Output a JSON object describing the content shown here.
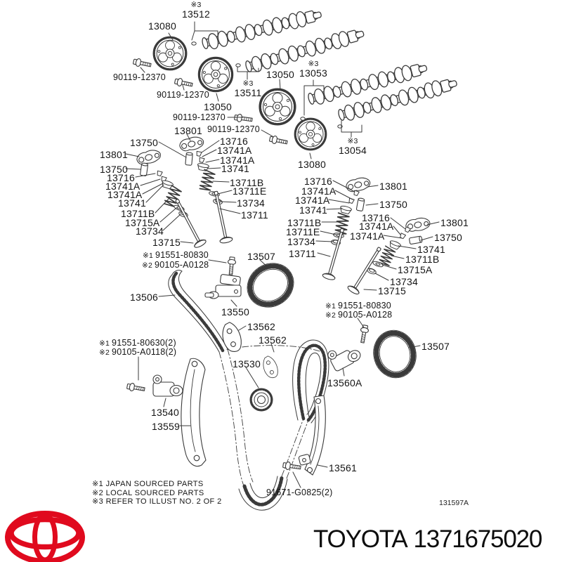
{
  "footer": {
    "brand": "TOYOTA",
    "part_number": "1371675020",
    "figure_code": "131597A"
  },
  "legend": [
    "※1 JAPAN SOURCED PARTS",
    "※2 LOCAL SOURCED PARTS",
    "※3 REFER TO ILLUST NO. 2 OF 2"
  ],
  "colors": {
    "brand_red": "#E00A1E",
    "line_art": "#3a3a3a"
  },
  "labels": [
    {
      "text": "13080"
    },
    {
      "ref": "※3",
      "text": "13512"
    },
    {
      "text": "90119-12370"
    },
    {
      "text": "90119-12370"
    },
    {
      "text": "13050"
    },
    {
      "ref": "※3",
      "text": "13511"
    },
    {
      "text": "13050"
    },
    {
      "ref": "※3",
      "text": "13053"
    },
    {
      "ref": "※3",
      "text": "13054"
    },
    {
      "text": "13080"
    },
    {
      "text": "90119-12370"
    },
    {
      "text": "13801"
    },
    {
      "text": "90119-12370"
    },
    {
      "text": "13750"
    },
    {
      "text": "13801"
    },
    {
      "text": "13750"
    },
    {
      "text": "13716"
    },
    {
      "text": "13741A"
    },
    {
      "text": "13741A"
    },
    {
      "text": "13741"
    },
    {
      "text": "13711B"
    },
    {
      "text": "13715A"
    },
    {
      "text": "13734"
    },
    {
      "text": "13715"
    },
    {
      "text": "13716"
    },
    {
      "text": "13741A"
    },
    {
      "text": "13741A"
    },
    {
      "text": "13741"
    },
    {
      "text": "13711B"
    },
    {
      "text": "13711E"
    },
    {
      "text": "13734"
    },
    {
      "text": "13711"
    },
    {
      "text": "13716"
    },
    {
      "text": "13741A"
    },
    {
      "text": "13741A"
    },
    {
      "text": "13741"
    },
    {
      "text": "13711B"
    },
    {
      "text": "13711E"
    },
    {
      "text": "13734"
    },
    {
      "text": "13711"
    },
    {
      "text": "13801"
    },
    {
      "text": "13750"
    },
    {
      "text": "13716"
    },
    {
      "text": "13741A"
    },
    {
      "text": "13741A"
    },
    {
      "text": "13801"
    },
    {
      "text": "13750"
    },
    {
      "text": "13741"
    },
    {
      "text": "13711B"
    },
    {
      "text": "13715A"
    },
    {
      "text": "13734"
    },
    {
      "text": "13715"
    },
    {
      "ref": "※1",
      "text": "91551-80830"
    },
    {
      "ref": "※2",
      "text": "90105-A0128"
    },
    {
      "text": "13507"
    },
    {
      "text": "13506"
    },
    {
      "text": "13550"
    },
    {
      "text": "13562"
    },
    {
      "text": "13562"
    },
    {
      "text": "13530"
    },
    {
      "ref": "※1",
      "text": "91551-80630(2)"
    },
    {
      "ref": "※2",
      "text": "90105-A0118(2)"
    },
    {
      "text": "13540"
    },
    {
      "text": "13559"
    },
    {
      "ref": "※1",
      "text": "91551-80830"
    },
    {
      "ref": "※2",
      "text": "90105-A0128"
    },
    {
      "text": "13507"
    },
    {
      "text": "13560A"
    },
    {
      "text": "13561"
    },
    {
      "text": "91671-G0825(2)"
    }
  ]
}
